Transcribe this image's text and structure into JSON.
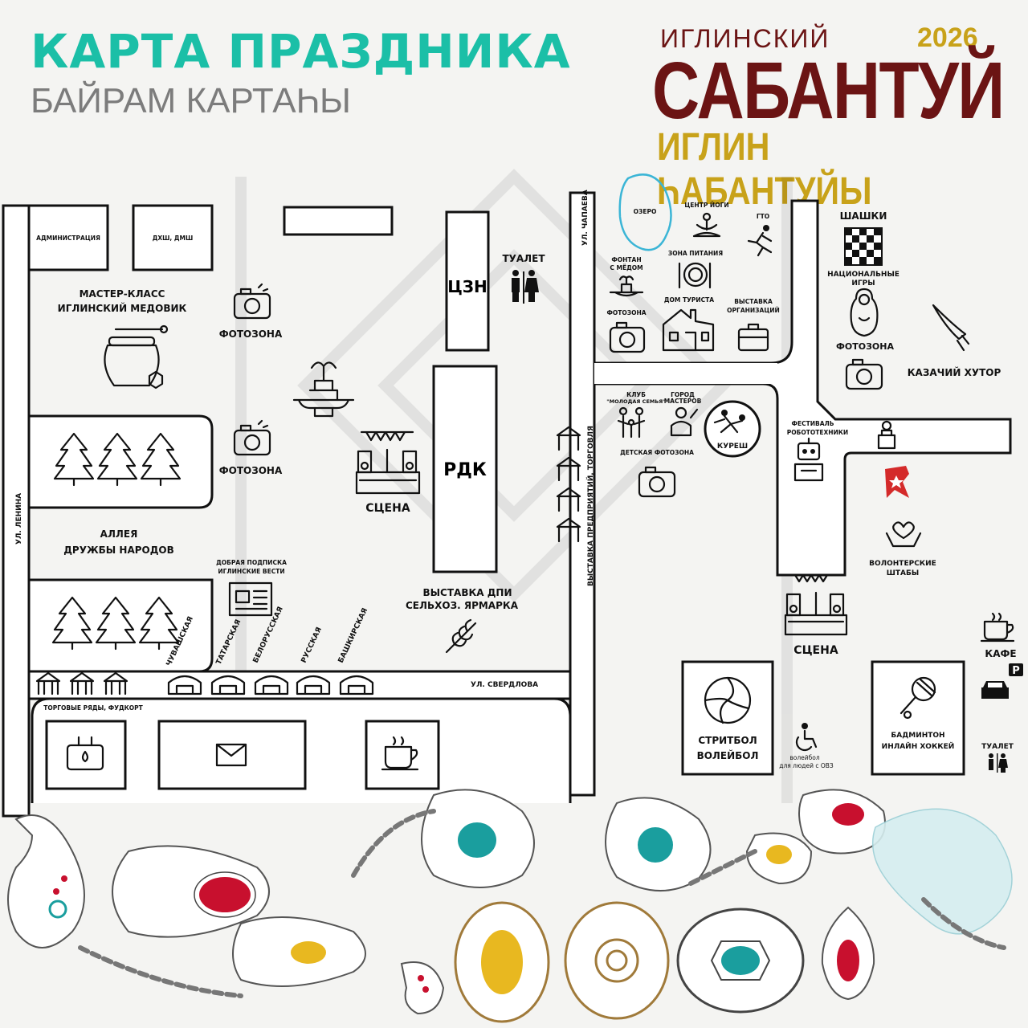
{
  "header": {
    "title": "КАРТА ПРАЗДНИКА",
    "subtitle": "БАЙРАМ КАРТАҺЫ",
    "logo_top": "ИГЛИНСКИЙ",
    "logo_year": "2026",
    "logo_main": "САБАНТУЙ",
    "logo_bottom": "ИГЛИН ҺАБАНТУЙЫ"
  },
  "colors": {
    "title": "#1bbfa7",
    "subtitle": "#7c7c7c",
    "logo_main": "#6b1414",
    "logo_accent": "#c8a21a",
    "lake": "#3bb5d6",
    "yunarmiya": "#d42a2a",
    "ornament_red": "#c8102e",
    "ornament_teal": "#1a9e9e",
    "ornament_yellow": "#e8b820"
  },
  "streets": {
    "lenina": "УЛ. ЛЕНИНА",
    "chapaeva": "УЛ. ЧАПАЕВА",
    "sverdlova": "УЛ. СВЕРДЛОВА",
    "exhibition": "ВЫСТАВКА ПРЕДПРИЯТИЙ, ТОРГОВЛЯ"
  },
  "buildings": {
    "admin": "АДМИНИСТРАЦИЯ",
    "dhsh": "ДХШ, ДМШ",
    "czn": "ЦЗН",
    "rdk": "РДК"
  },
  "places": {
    "master_class_1": "МАСТЕР-КЛАСС",
    "master_class_2": "ИГЛИНСКИЙ МЕДОВИК",
    "photozone_1": "ФОТОЗОНА",
    "photozone_2": "ФОТОЗОНА",
    "toilet_1": "ТУАЛЕТ",
    "stage_1": "СЦЕНА",
    "alley_1": "АЛЛЕЯ",
    "alley_2": "ДРУЖБЫ НАРОДОВ",
    "subscription_1": "ДОБРАЯ ПОДПИСКА",
    "subscription_2": "ИГЛИНСКИЕ ВЕСТИ",
    "dpi_1": "ВЫСТАВКА ДПИ",
    "dpi_2": "СЕЛЬХОЗ. ЯРМАРКА",
    "compounds": [
      "ЧУВАШСКАЯ",
      "ТАТАРСКАЯ",
      "БЕЛОРУССКАЯ",
      "РУССКАЯ",
      "БАШКИРСКАЯ"
    ],
    "trade_rows": "ТОРГОВЫЕ РЯДЫ, ФУДКОРТ",
    "lake": "ОЗЕРО",
    "yoga": "ЦЕНТР ЙОГИ",
    "gto": "ГТО",
    "fountain_1": "ФОНТАН",
    "fountain_2": "С МЁДОМ",
    "food_zone": "ЗОНА ПИТАНИЯ",
    "photozone_3": "ФОТОЗОНА",
    "tourist_house": "ДОМ ТУРИСТА",
    "org_expo_1": "ВЫСТАВКА",
    "org_expo_2": "ОРГАНИЗАЦИЙ",
    "checkers": "ШАШКИ",
    "national_games_1": "НАЦИОНАЛЬНЫЕ",
    "national_games_2": "ИГРЫ",
    "photozone_4": "ФОТОЗОНА",
    "cossack": "КАЗАЧИЙ ХУТОР",
    "club_1": "КЛУБ",
    "club_2": "\"МОЛОДАЯ СЕМЬЯ\"",
    "masters_1": "ГОРОД",
    "masters_2": "МАСТЕРОВ",
    "kuresh": "КУРЕШ",
    "kids_photozone": "ДЕТСКАЯ ФОТОЗОНА",
    "robotics_1": "ФЕСТИВАЛЬ",
    "robotics_2": "РОБОТОТЕХНИКИ",
    "volunteers_1": "ВОЛОНТЕРСКИЕ",
    "volunteers_2": "ШТАБЫ",
    "stage_2": "СЦЕНА",
    "cafe": "КАФЕ",
    "streetball_1": "СТРИТБОЛ",
    "streetball_2": "ВОЛЕЙБОЛ",
    "ovz_1": "волейбол",
    "ovz_2": "для людей с ОВЗ",
    "badminton_1": "БАДМИНТОН",
    "badminton_2": "ИНЛАЙН ХОККЕЙ",
    "toilet_2": "ТУАЛЕТ",
    "parking": "P"
  }
}
